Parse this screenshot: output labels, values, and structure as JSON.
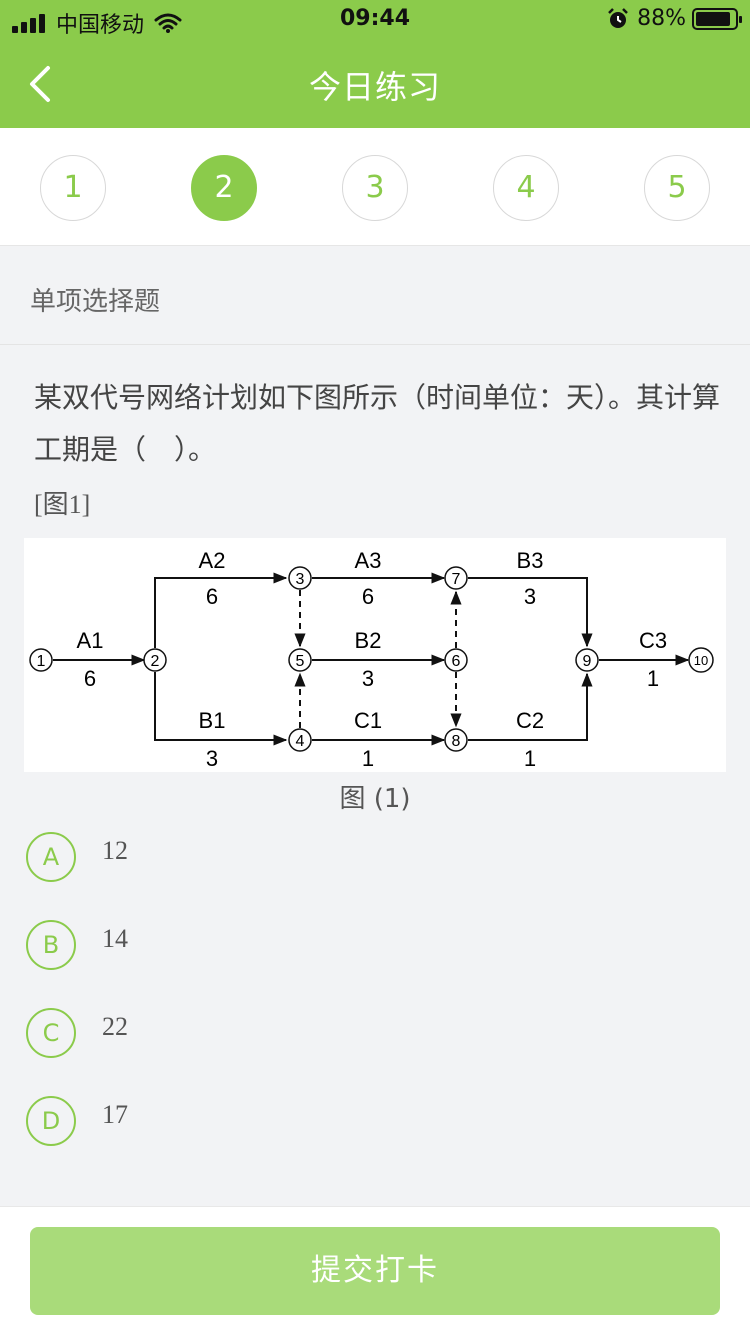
{
  "status_bar": {
    "carrier": "中国移动",
    "time": "09:44",
    "battery": "88%"
  },
  "nav": {
    "title": "今日练习"
  },
  "question_nav": {
    "items": [
      "1",
      "2",
      "3",
      "4",
      "5"
    ],
    "active_index": 1
  },
  "question": {
    "type_label": "单项选择题",
    "text": "某双代号网络计划如下图所示（时间单位：天）。其计算工期是（　）。",
    "figure_ref": "[图1]",
    "figure_caption": "图 (1)"
  },
  "diagram": {
    "nodes": [
      "1",
      "2",
      "3",
      "4",
      "5",
      "6",
      "7",
      "8",
      "9",
      "10"
    ],
    "activities": [
      {
        "name": "A1",
        "duration": "6"
      },
      {
        "name": "A2",
        "duration": "6"
      },
      {
        "name": "A3",
        "duration": "6"
      },
      {
        "name": "B1",
        "duration": "3"
      },
      {
        "name": "B2",
        "duration": "3"
      },
      {
        "name": "B3",
        "duration": "3"
      },
      {
        "name": "C1",
        "duration": "1"
      },
      {
        "name": "C2",
        "duration": "1"
      },
      {
        "name": "C3",
        "duration": "1"
      }
    ]
  },
  "options": [
    {
      "letter": "A",
      "text": "12"
    },
    {
      "letter": "B",
      "text": "14"
    },
    {
      "letter": "C",
      "text": "22"
    },
    {
      "letter": "D",
      "text": "17"
    }
  ],
  "footer": {
    "submit_label": "提交打卡"
  },
  "colors": {
    "accent": "#8bcb4b",
    "submit_bg": "#a9db7a"
  }
}
